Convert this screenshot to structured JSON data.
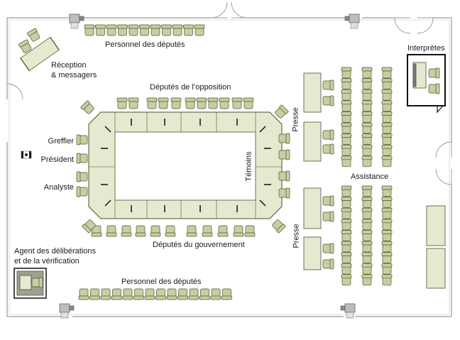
{
  "labels": {
    "staff_top": "Personnel des députés",
    "staff_bottom": "Personnel des députés",
    "reception_1": "Réception",
    "reception_2": "& messagers",
    "interpreters": "Interprètes",
    "opposition": "Députés de l’opposition",
    "government": "Députés du gouvernement",
    "clerk": "Greffier",
    "chair": "Président",
    "analyst": "Analyste",
    "witnesses": "Témoins",
    "press_top": "Presse",
    "press_bottom": "Presse",
    "public": "Assistance",
    "recording_1": "Agent des délibérations",
    "recording_2": "et de la vérification"
  },
  "icons": {
    "flag": "canada-flag-icon",
    "camera": "camera-icon"
  },
  "colors": {
    "chair_fill": "#c6cfa3",
    "chair_stroke": "#4a5528",
    "table_fill": "#e4e9d0",
    "wall": "#9a9a9a",
    "flag_red": "#1a1a1a"
  }
}
